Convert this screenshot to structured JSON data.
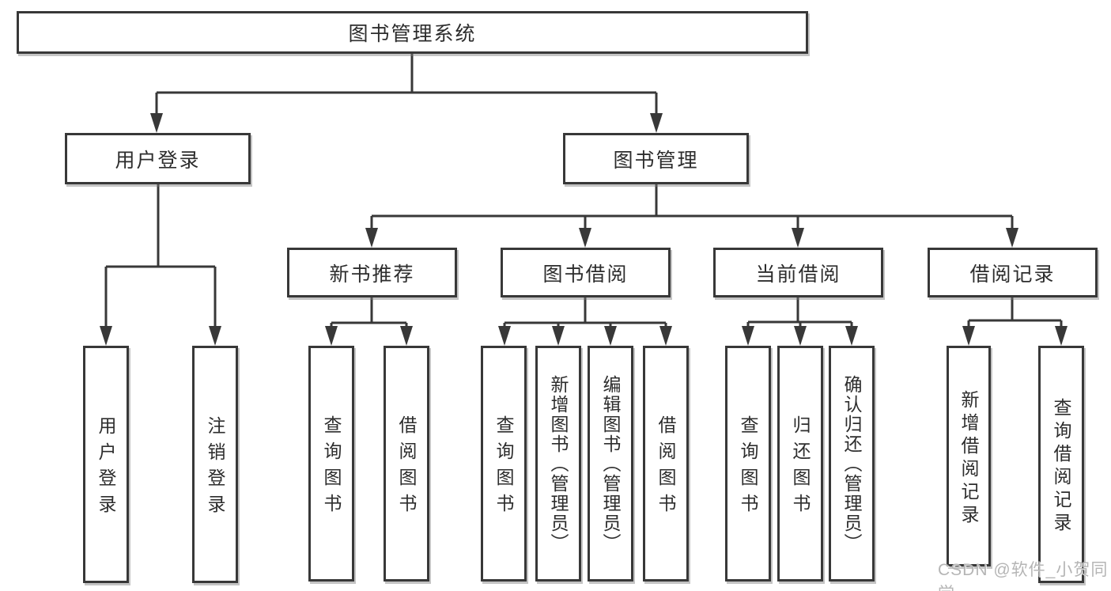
{
  "tree": {
    "root": {
      "label": "图书管理系统"
    },
    "branches": [
      {
        "label": "用户登录",
        "leaves": [
          {
            "label": "用户登录"
          },
          {
            "label": "注销登录"
          }
        ]
      },
      {
        "label": "图书管理",
        "sections": [
          {
            "label": "新书推荐",
            "leaves": [
              {
                "label": "查询图书"
              },
              {
                "label": "借阅图书"
              }
            ]
          },
          {
            "label": "图书借阅",
            "leaves": [
              {
                "label": "查询图书"
              },
              {
                "label": "新增图书（管理员）"
              },
              {
                "label": "编辑图书（管理员）"
              },
              {
                "label": "借阅图书"
              }
            ]
          },
          {
            "label": "当前借阅",
            "leaves": [
              {
                "label": "查询图书"
              },
              {
                "label": "归还图书"
              },
              {
                "label": "确认归还（管理员）"
              }
            ]
          },
          {
            "label": "借阅记录",
            "leaves": [
              {
                "label": "新增借阅记录"
              },
              {
                "label": "查询借阅记录"
              }
            ]
          }
        ]
      }
    ]
  },
  "watermark": {
    "text": "CSDN @软件_小贺同学"
  },
  "colors": {
    "line": "#383838",
    "text": "#2d2d2d",
    "bg": "#ffffff",
    "watermark": "#b5b5b5"
  }
}
